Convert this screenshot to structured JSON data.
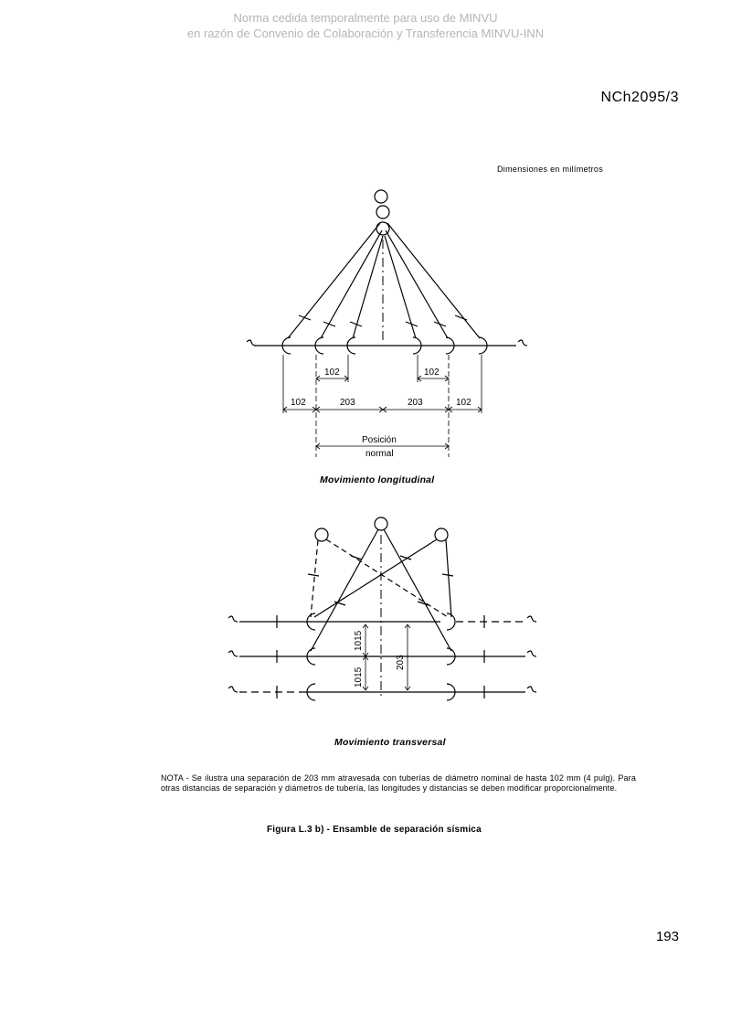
{
  "watermark": {
    "line1": "Norma cedida temporalmente para uso de MINVU",
    "line2": "en razón de Convenio de Colaboración y Transferencia MINVU-INN"
  },
  "header": {
    "standard_code": "NCh2095/3"
  },
  "figure": {
    "dims_note": "Dimensiones en milímetros",
    "longitudinal": {
      "labels": {
        "d1": "102",
        "d2": "102",
        "d3": "102",
        "d4": "203",
        "d5": "203",
        "d6": "102",
        "pos_line1": "Posición",
        "pos_line2": "normal"
      },
      "caption": "Movimiento longitudinal"
    },
    "transversal": {
      "labels": {
        "d1": "1015",
        "d2": "1015",
        "d3": "203"
      },
      "caption": "Movimiento transversal"
    },
    "nota": "NOTA - Se ilustra una separación de 203 mm atravesada con tuberías de diámetro nominal de hasta 102 mm (4 pulg). Para otras distancias de separación y diámetros de tubería, las longitudes y distancias se deben modificar proporcionalmente.",
    "title": "Figura L.3 b) - Ensamble de separación sísmica"
  },
  "footer": {
    "page_number": "193"
  }
}
